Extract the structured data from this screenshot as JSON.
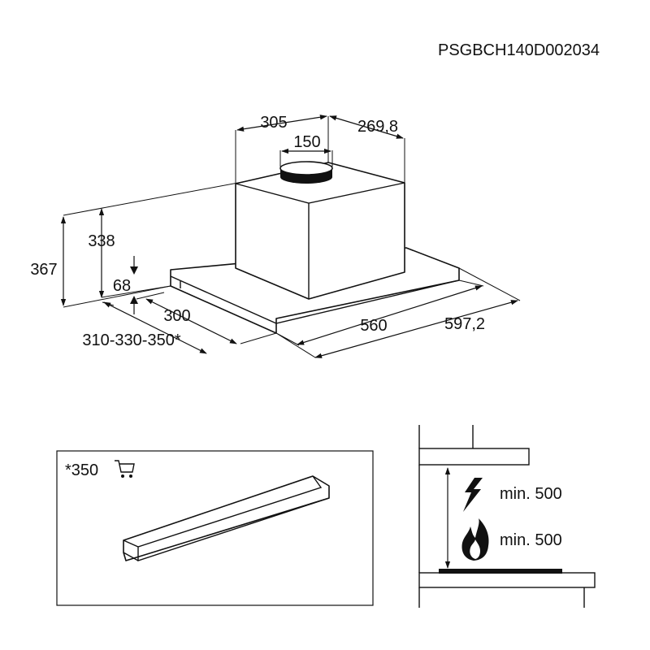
{
  "code": "PSGBCH140D002034",
  "top_diagram": {
    "dims": {
      "chimney_width": "305",
      "chimney_depth": "269,8",
      "outlet_diameter": "150",
      "height_total": "367",
      "height_body": "338",
      "height_canopy": "68",
      "depth": "300",
      "depth_options": "310-330-350*",
      "width_inner": "560",
      "width_outer": "597,2"
    }
  },
  "accessory": {
    "label": "*350",
    "icon": "shopping-cart-icon"
  },
  "clearance": {
    "electric_label": "min. 500",
    "gas_label": "min. 500",
    "electric_icon": "lightning-bolt-icon",
    "gas_icon": "flame-icon"
  }
}
